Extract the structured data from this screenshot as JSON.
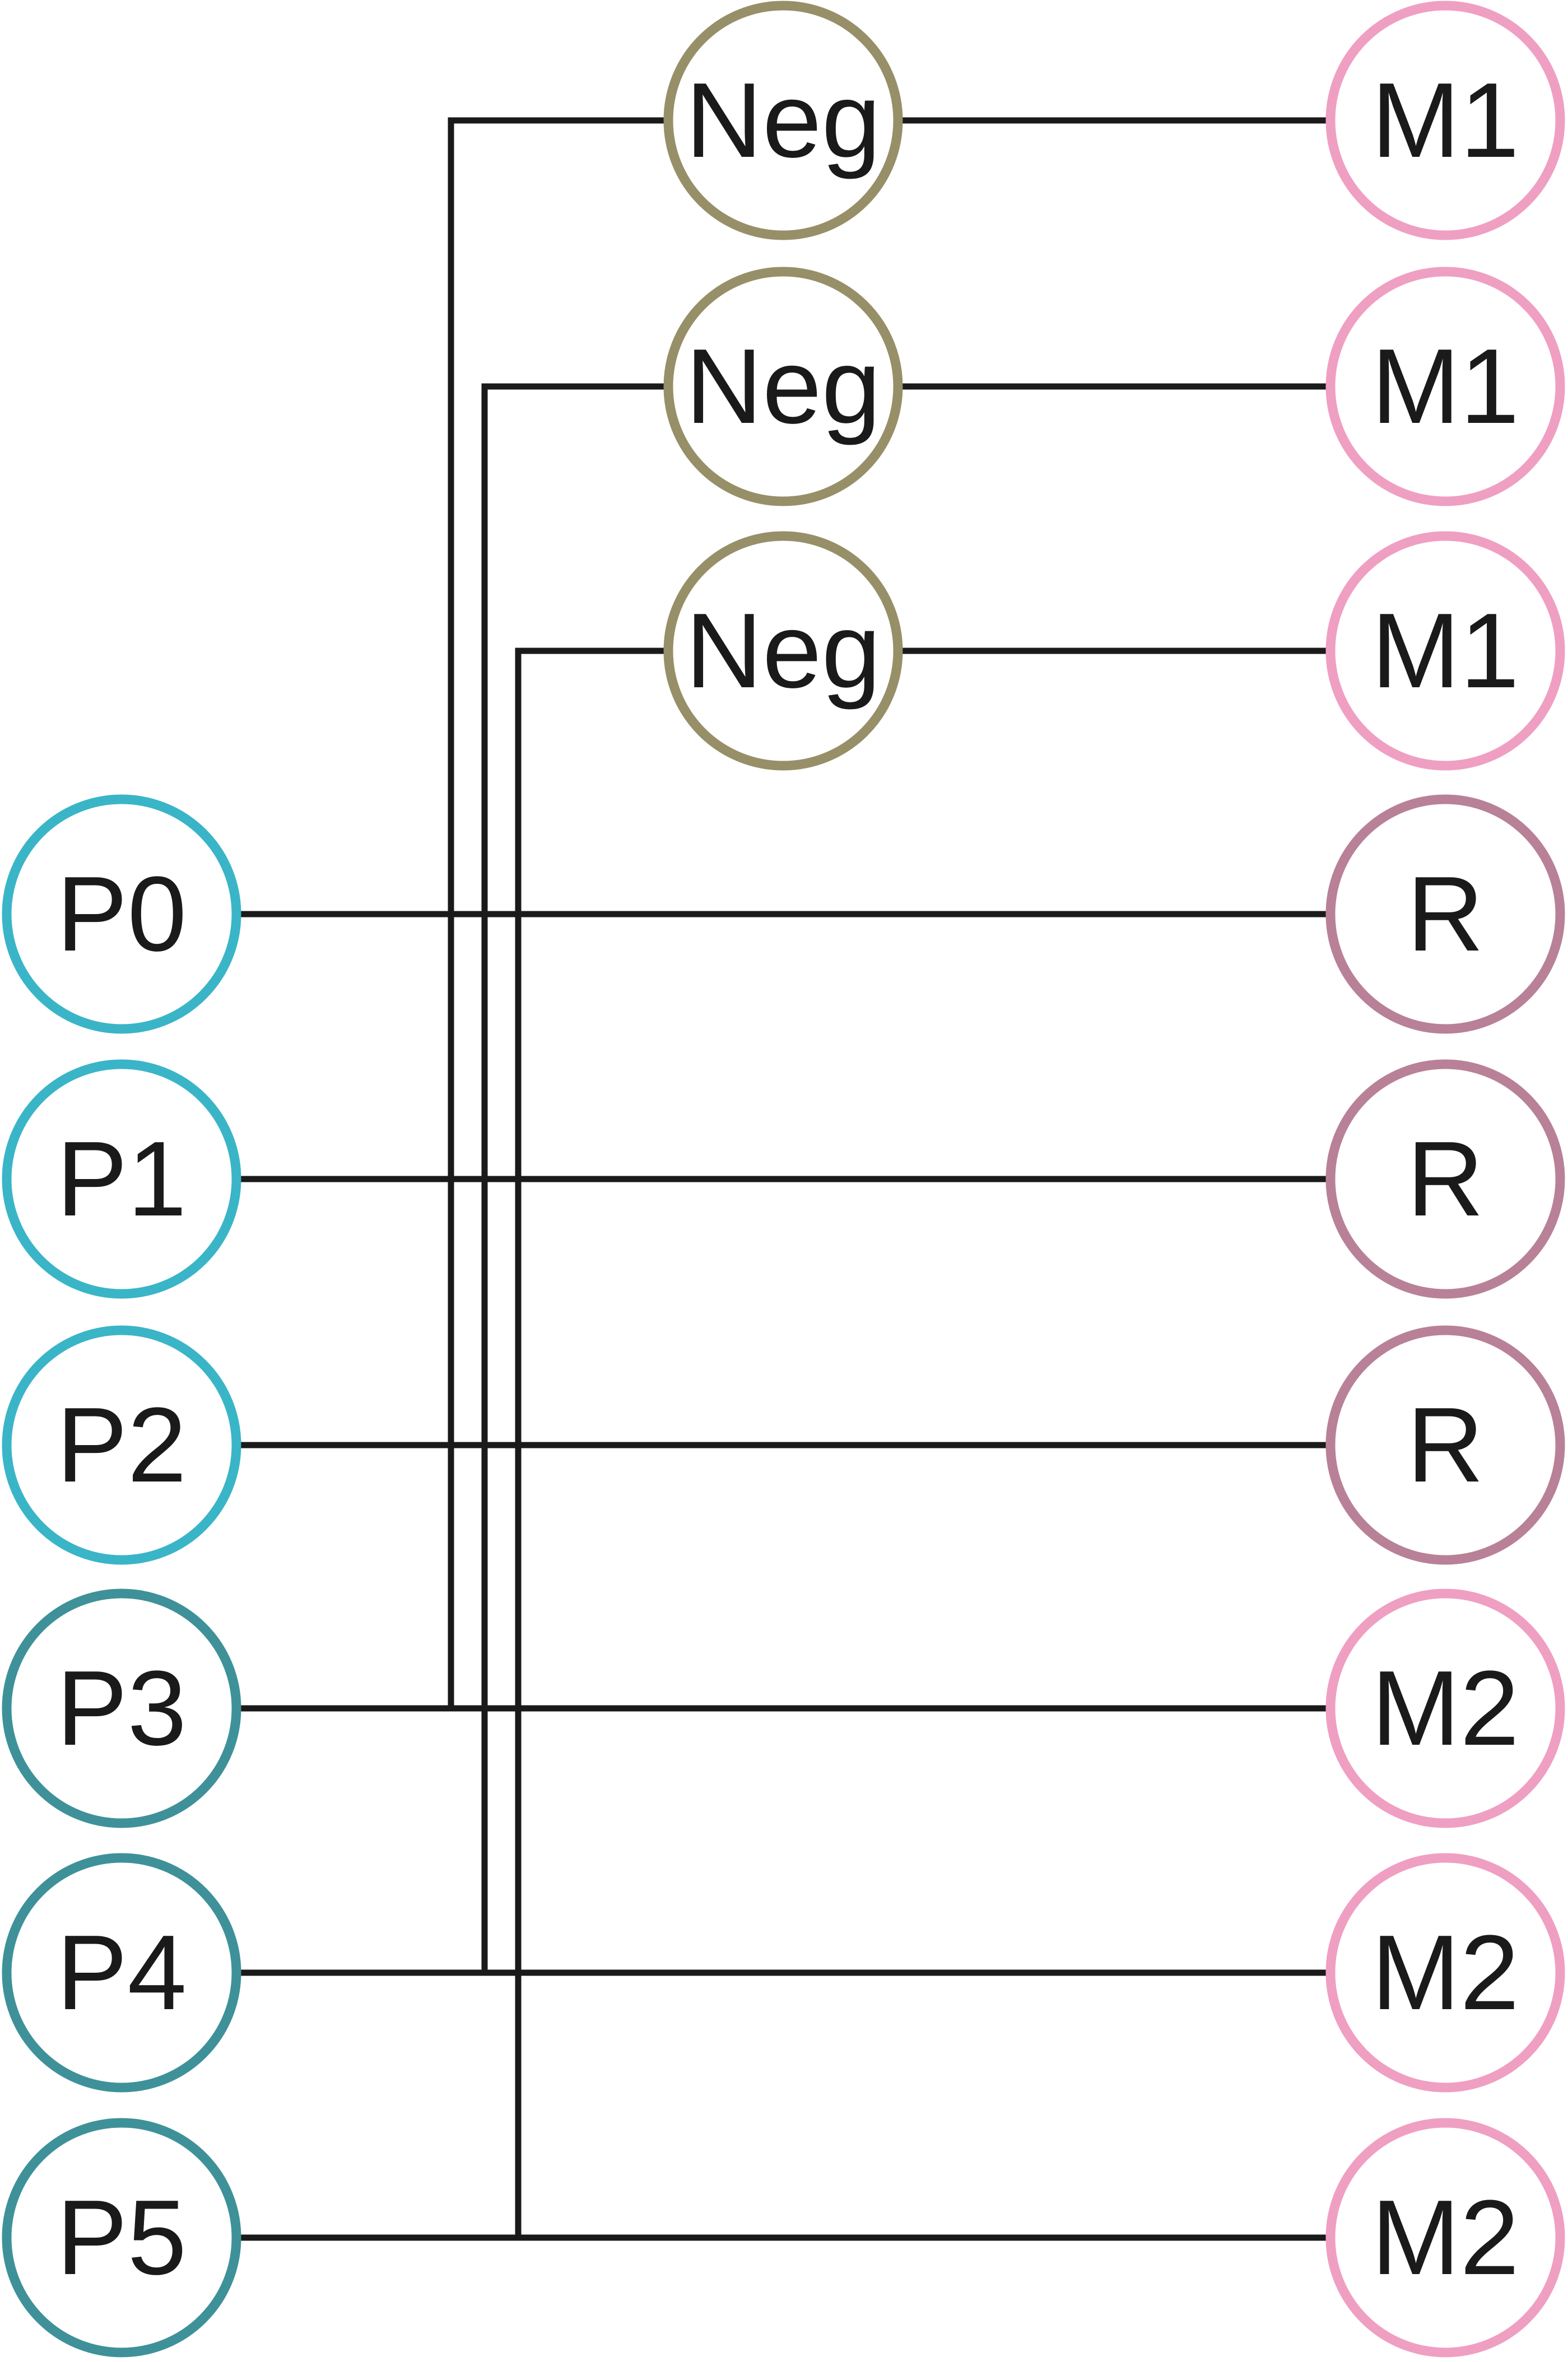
{
  "colors": {
    "wire": "#1a1a1a",
    "neg": "#978f68",
    "m1": "#ef9fc2",
    "r": "#b88197",
    "m2": "#ef9fc2",
    "p_light": "#3ab5c7",
    "p_dark": "#3f9199"
  },
  "neg_nodes": [
    {
      "id": "neg-0",
      "label": "Neg"
    },
    {
      "id": "neg-1",
      "label": "Neg"
    },
    {
      "id": "neg-2",
      "label": "Neg"
    }
  ],
  "left_nodes": [
    {
      "id": "p0",
      "label": "P0",
      "tone": "p_light"
    },
    {
      "id": "p1",
      "label": "P1",
      "tone": "p_light"
    },
    {
      "id": "p2",
      "label": "P2",
      "tone": "p_light"
    },
    {
      "id": "p3",
      "label": "P3",
      "tone": "p_dark"
    },
    {
      "id": "p4",
      "label": "P4",
      "tone": "p_dark"
    },
    {
      "id": "p5",
      "label": "P5",
      "tone": "p_dark"
    }
  ],
  "right_nodes": [
    {
      "id": "m1-0",
      "label": "M1",
      "tone": "m1"
    },
    {
      "id": "m1-1",
      "label": "M1",
      "tone": "m1"
    },
    {
      "id": "m1-2",
      "label": "M1",
      "tone": "m1"
    },
    {
      "id": "r-0",
      "label": "R",
      "tone": "r"
    },
    {
      "id": "r-1",
      "label": "R",
      "tone": "r"
    },
    {
      "id": "r-2",
      "label": "R",
      "tone": "r"
    },
    {
      "id": "m2-0",
      "label": "M2",
      "tone": "m2"
    },
    {
      "id": "m2-1",
      "label": "M2",
      "tone": "m2"
    },
    {
      "id": "m2-2",
      "label": "M2",
      "tone": "m2"
    }
  ],
  "edges": [
    {
      "from": "neg-0",
      "to": "m1-0"
    },
    {
      "from": "neg-1",
      "to": "m1-1"
    },
    {
      "from": "neg-2",
      "to": "m1-2"
    },
    {
      "from": "p0",
      "to": "r-0"
    },
    {
      "from": "p1",
      "to": "r-1"
    },
    {
      "from": "p2",
      "to": "r-2"
    },
    {
      "from": "p3",
      "to": "m2-0"
    },
    {
      "from": "p4",
      "to": "m2-1"
    },
    {
      "from": "p5",
      "to": "m2-2"
    },
    {
      "from": "p3",
      "to": "neg-0"
    },
    {
      "from": "p4",
      "to": "neg-1"
    },
    {
      "from": "p5",
      "to": "neg-2"
    }
  ]
}
